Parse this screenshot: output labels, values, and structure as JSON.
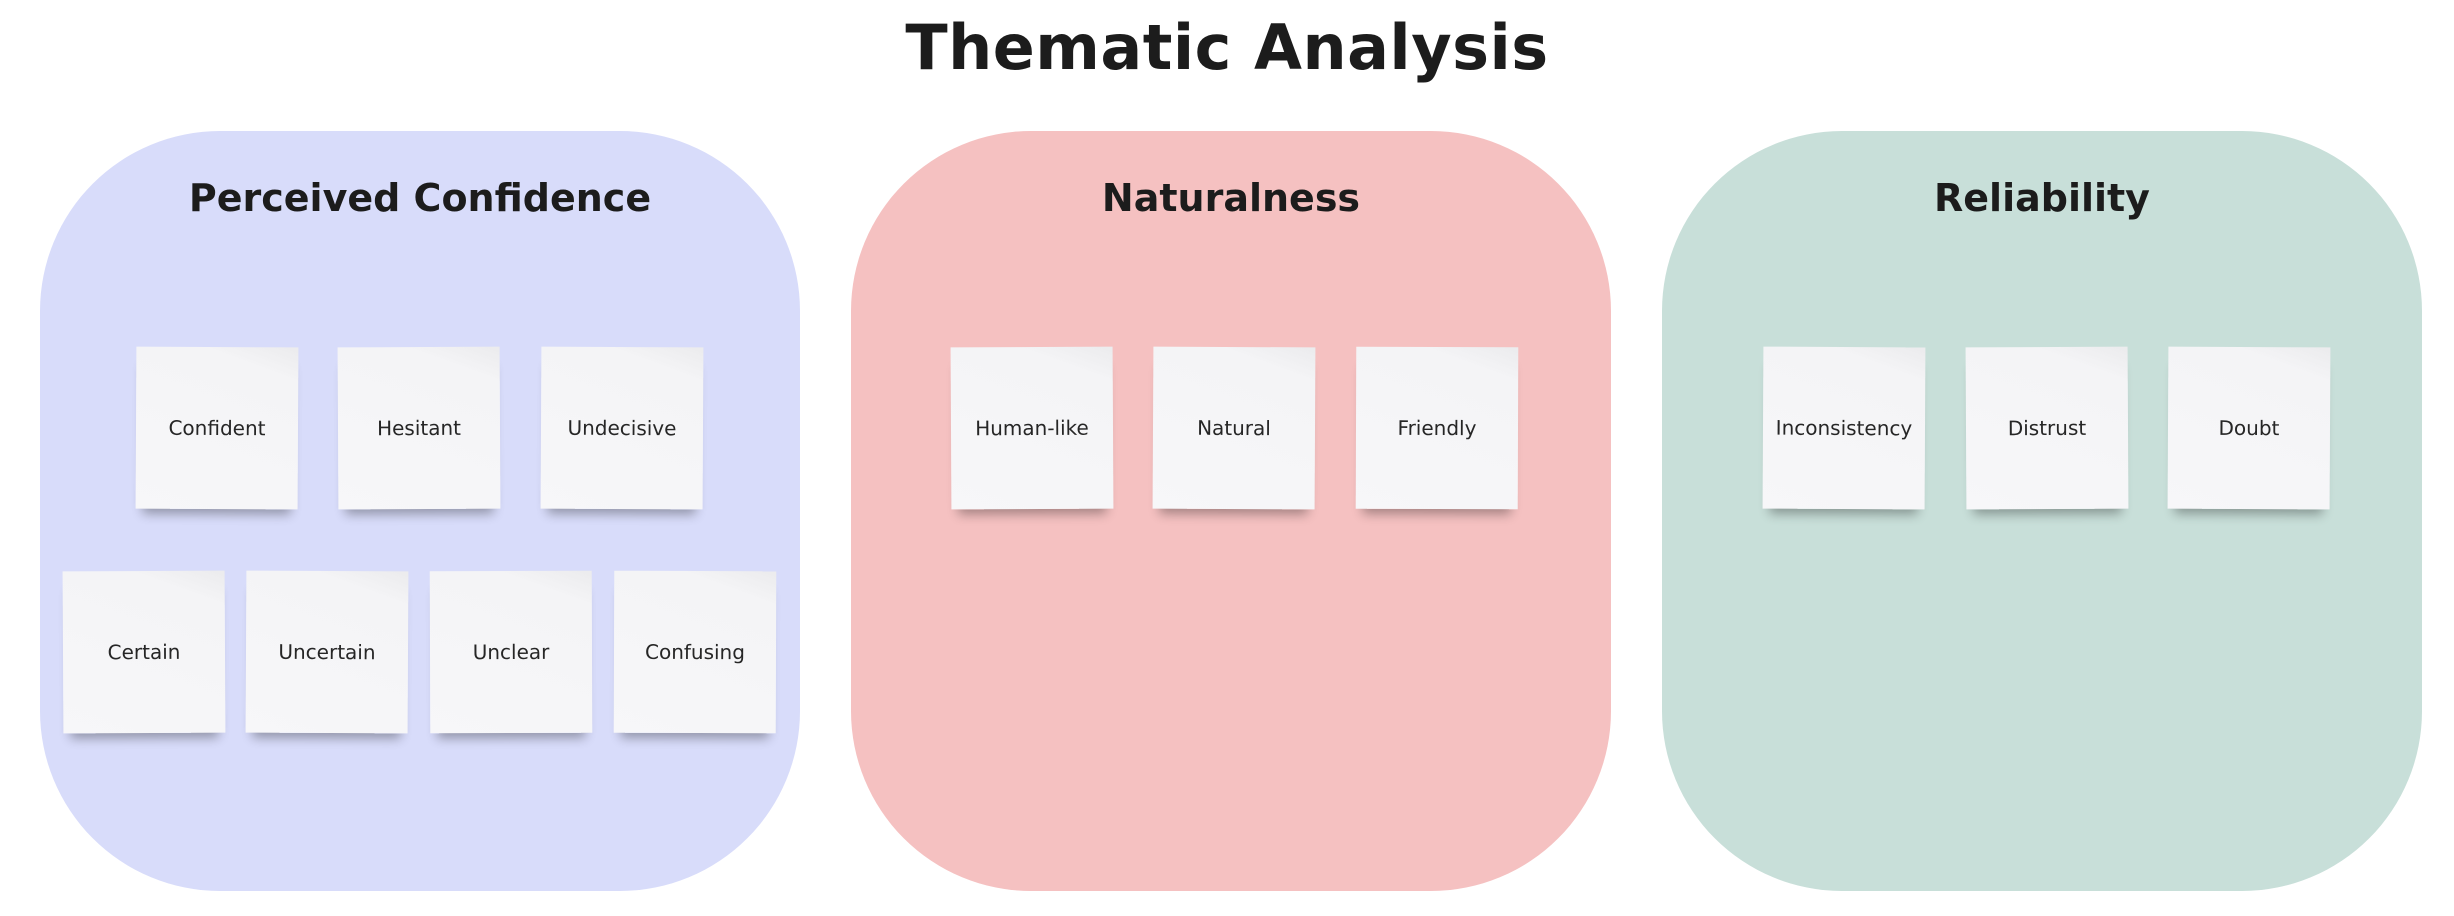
{
  "board": {
    "title": "Thematic Analysis"
  },
  "clusters": [
    {
      "title": "Perceived Confidence",
      "color": "#d8dcfa",
      "notes": [
        "Confident",
        "Hesitant",
        "Undecisive",
        "Certain",
        "Uncertain",
        "Unclear",
        "Confusing"
      ]
    },
    {
      "title": "Naturalness",
      "color": "#f5c1c1",
      "notes": [
        "Human-like",
        "Natural",
        "Friendly"
      ]
    },
    {
      "title": "Reliability",
      "color": "#c8dfd9",
      "notes": [
        "Inconsistency",
        "Distrust",
        "Doubt"
      ]
    }
  ],
  "colors": {
    "sticky_note": "#f5f5f7",
    "text": "#1c1c1c"
  }
}
